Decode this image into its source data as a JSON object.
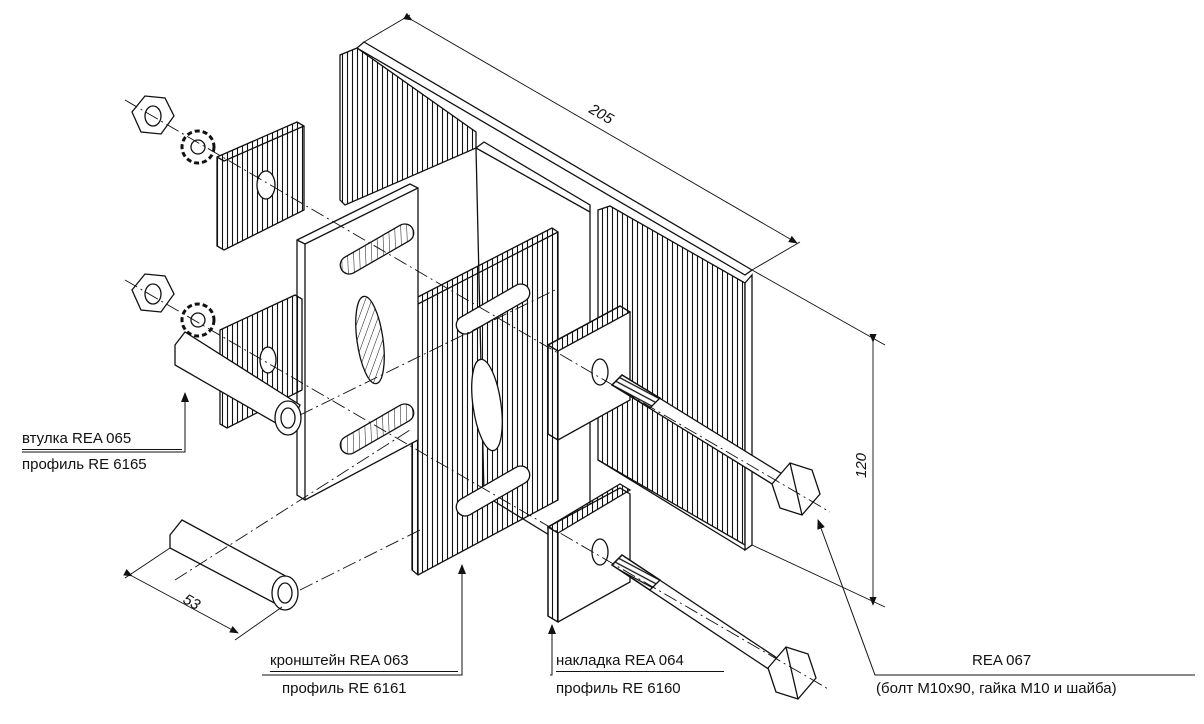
{
  "dimensions": {
    "length": "205",
    "height": "120",
    "sleeve_length": "53"
  },
  "labels": {
    "sleeve": "втулка REA 065",
    "sleeve_profile": "профиль RE 6165",
    "bracket": "кронштейн REA 063",
    "bracket_profile": "профиль RE 6161",
    "pad": "накладка REA 064",
    "pad_profile": "профиль RE 6160",
    "bolt_set": "REA 067",
    "bolt_set_note": "(болт М10х90, гайка М10 и шайба)"
  },
  "colors": {
    "line": "#111111",
    "fill": "#ffffff"
  }
}
